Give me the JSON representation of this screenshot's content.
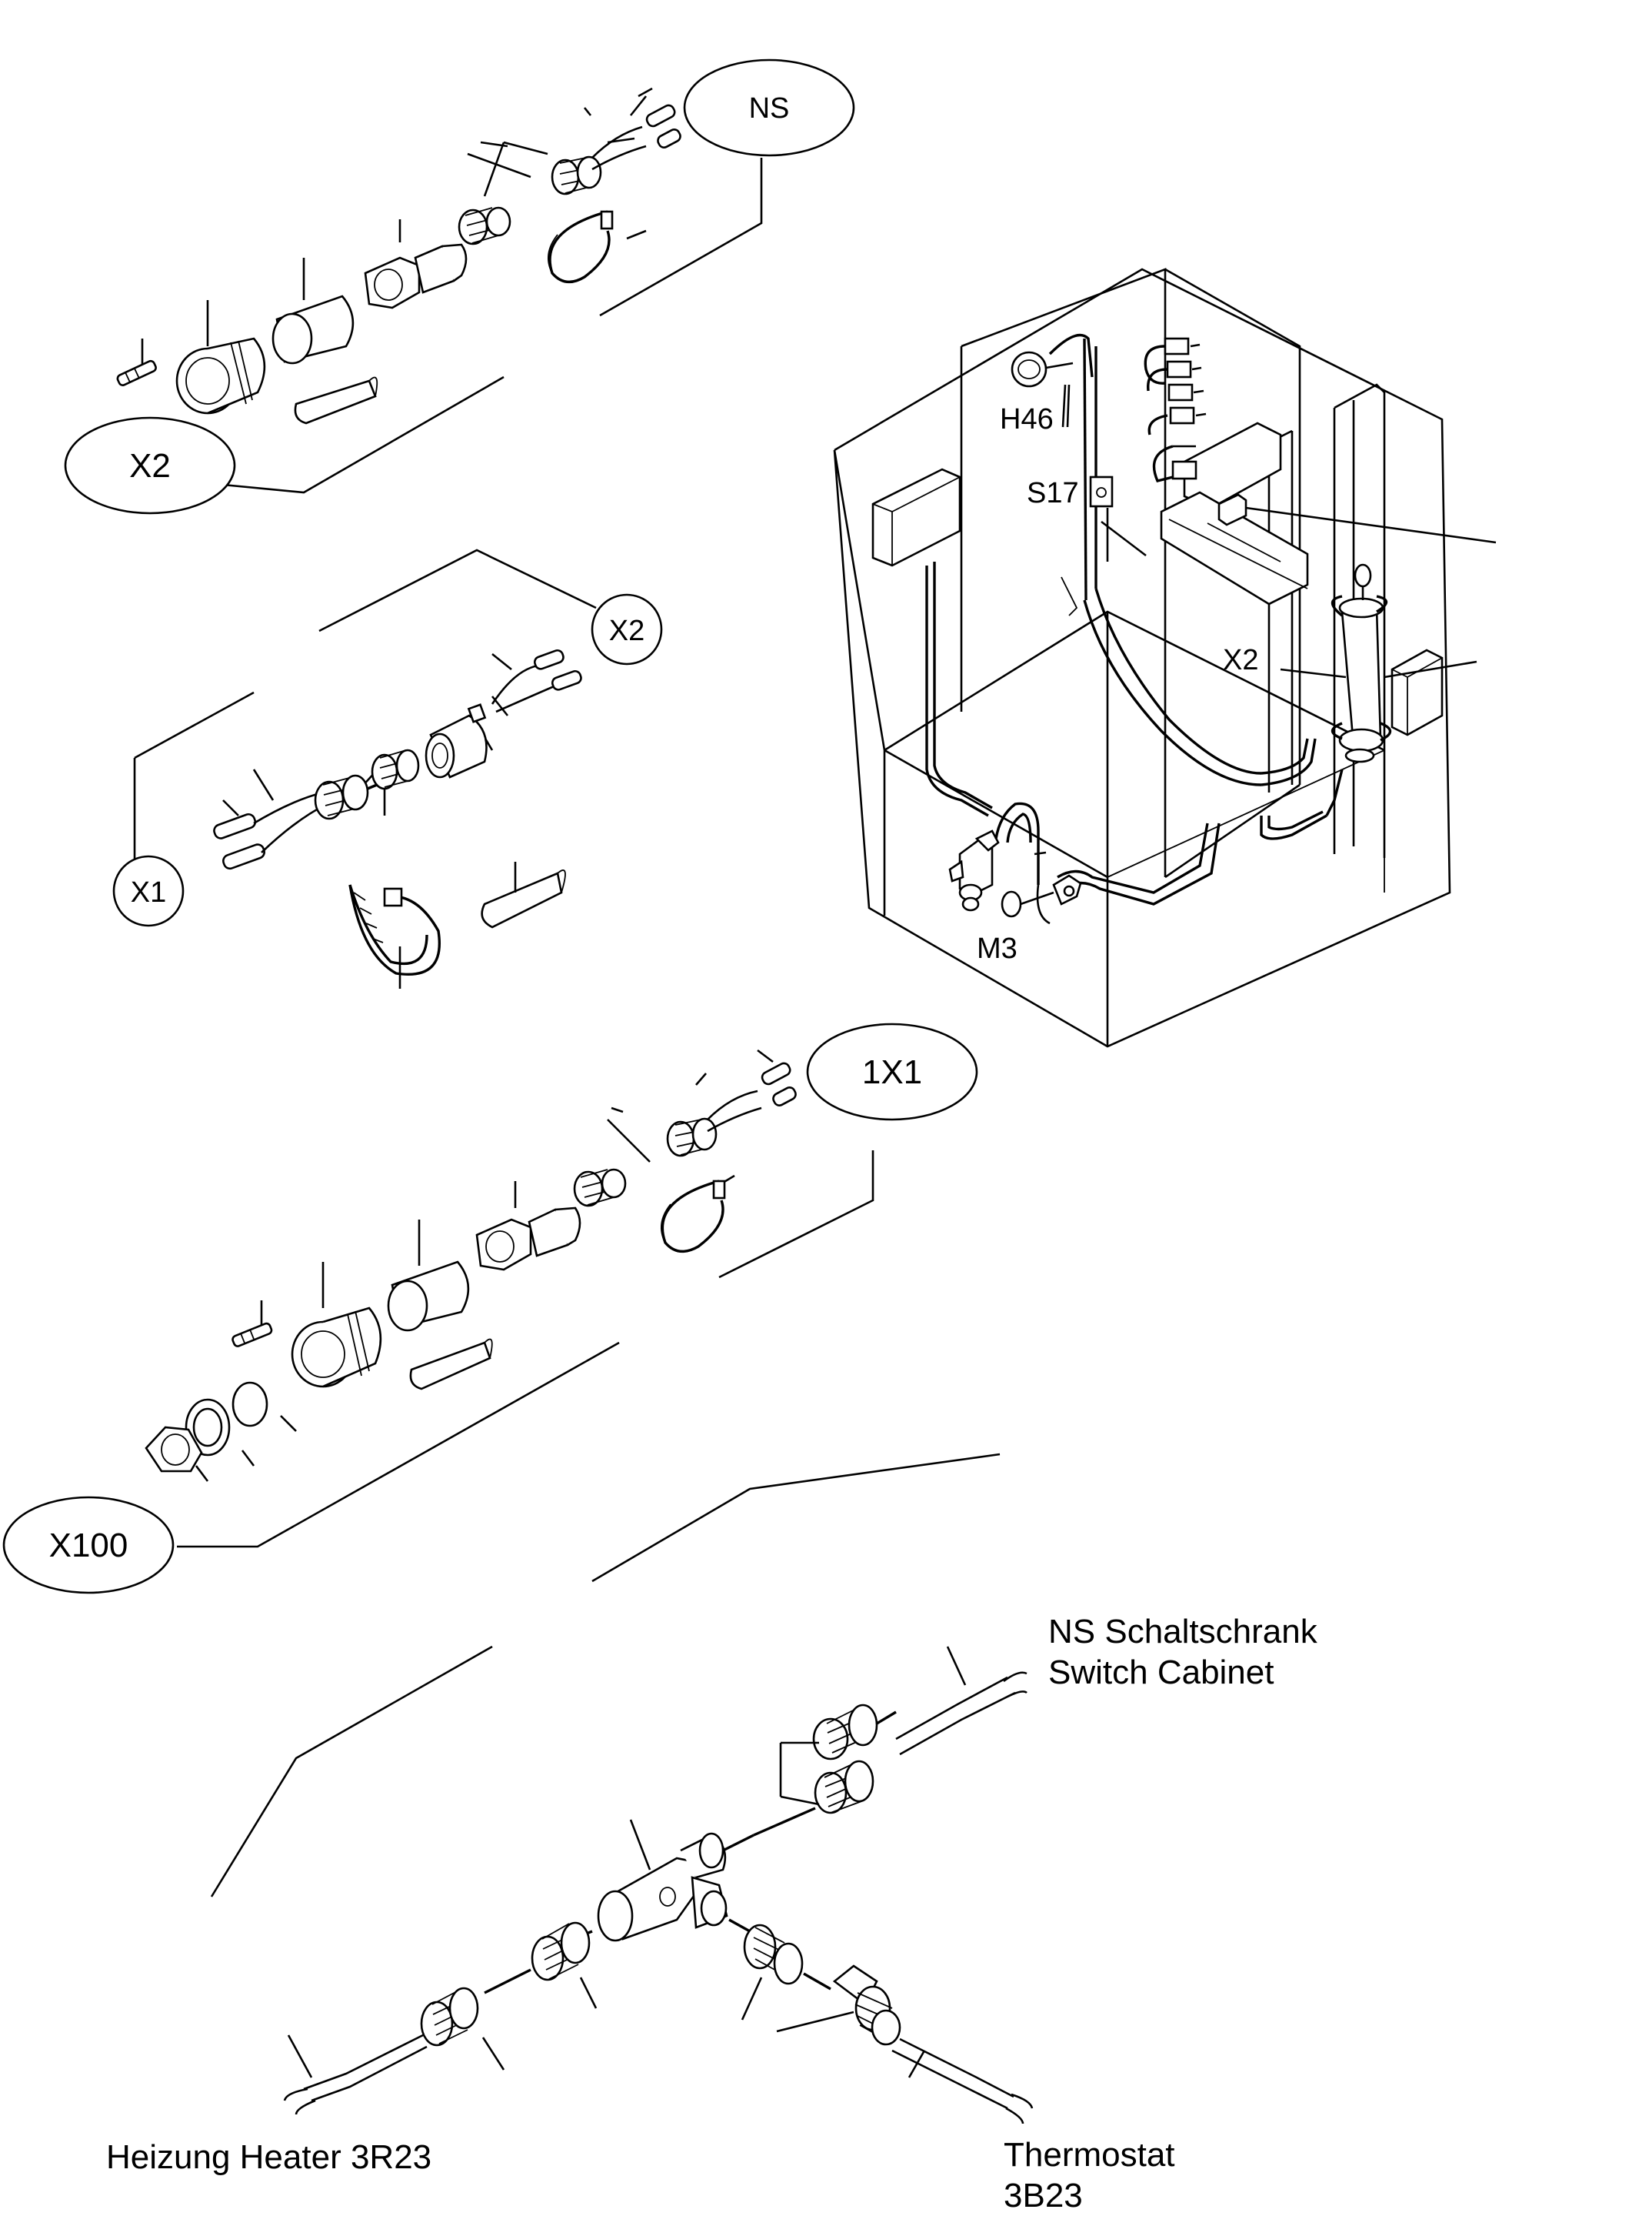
{
  "labels": {
    "ns": "NS",
    "x2_top": "X2",
    "x2_mid": "X2",
    "x1": "X1",
    "x1_1": "1X1",
    "x100": "X100",
    "h46": "H46",
    "s17": "S17",
    "x2_cabinet": "X2",
    "m3": "M3"
  },
  "captions": {
    "ns_line1_code": "NS",
    "ns_line1_text": "Schaltschrank",
    "ns_line2": "Switch Cabinet",
    "heater": "Heizung Heater 3R23",
    "thermostat_line1": "Thermostat",
    "thermostat_line2": "3B23"
  }
}
